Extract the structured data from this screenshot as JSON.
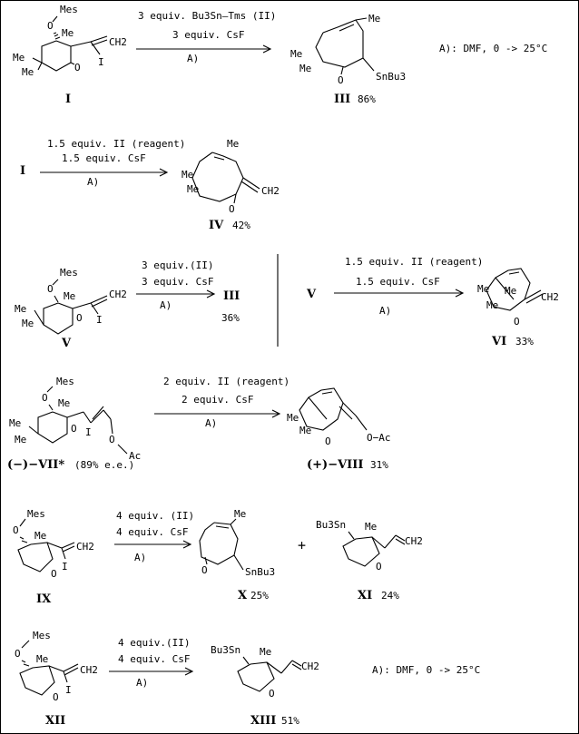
{
  "conditions_note": "A): DMF,  0 -> 25°C",
  "reactions": [
    {
      "id": "r1",
      "reagent_line1": "3 equiv. Bu3Sn—Tms (II)",
      "reagent_line2": "3 equiv. CsF",
      "cond": "A)",
      "start_label": "I",
      "product_label": "III",
      "product_yield": "86%"
    },
    {
      "id": "r2",
      "start_label": "I",
      "reagent_line1": "1.5 equiv. II (reagent)",
      "reagent_line2": "1.5 equiv. CsF",
      "cond": "A)",
      "product_label": "IV",
      "product_yield": "42%"
    },
    {
      "id": "r3",
      "reagent_line1": "3 equiv.(II)",
      "reagent_line2": "3 equiv. CsF",
      "cond": "A)",
      "start_label": "V",
      "product_label": "III",
      "product_yield": "36%"
    },
    {
      "id": "r4",
      "start_label": "V",
      "reagent_line1": "1.5 equiv. II (reagent)",
      "reagent_line2": "1.5 equiv. CsF",
      "cond": "A)",
      "product_label": "VI",
      "product_yield": "33%"
    },
    {
      "id": "r5",
      "reagent_line1": "2 equiv. II (reagent)",
      "reagent_line2": "2 equiv. CsF",
      "cond": "A)",
      "start_label": "(−)−VII*",
      "start_ee": "(89% e.e.)",
      "product_label": "(+)−VIII",
      "product_yield": "31%"
    },
    {
      "id": "r6",
      "reagent_line1": "4 equiv. (II)",
      "reagent_line2": "4 equiv. CsF",
      "cond": "A)",
      "start_label": "IX",
      "product_label": "X",
      "product_yield": "25%",
      "plus": "+",
      "product2_label": "XI",
      "product2_yield": "24%"
    },
    {
      "id": "r7",
      "reagent_line1": "4 equiv.(II)",
      "reagent_line2": "4 equiv. CsF",
      "cond": "A)",
      "start_label": "XII",
      "product_label": "XIII",
      "product_yield": "51%"
    }
  ],
  "atoms": {
    "mes": "Mes",
    "me": "Me",
    "o": "O",
    "i": "I",
    "ch2": "CH2",
    "snbu3": "SnBu3",
    "bu3sn": "Bu3Sn",
    "ac": "Ac",
    "o_ac": "O−Ac"
  }
}
